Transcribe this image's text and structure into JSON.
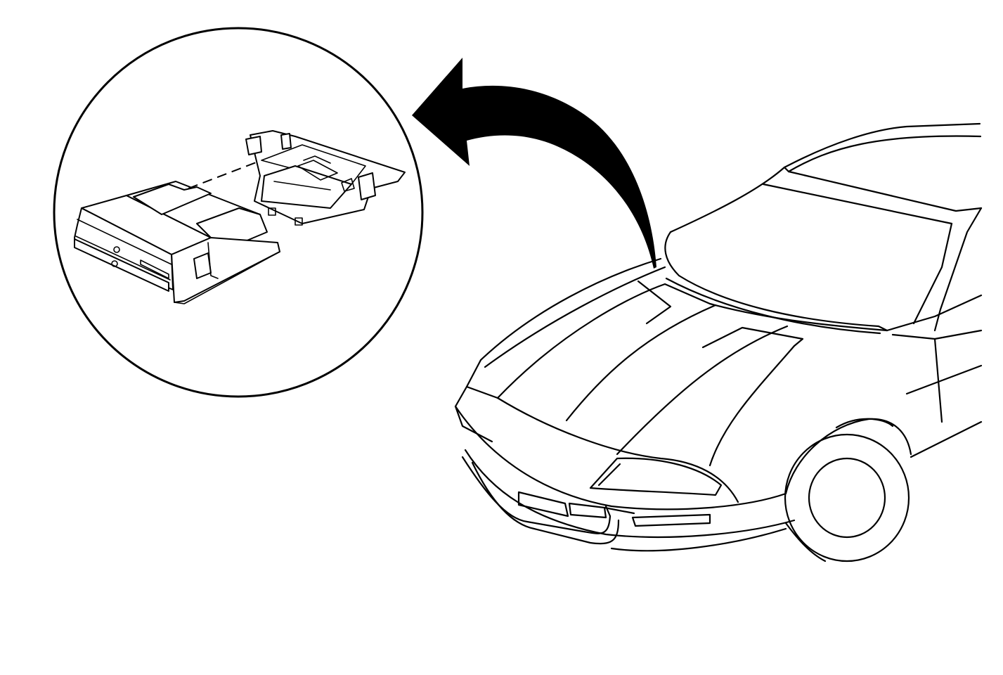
{
  "figure": {
    "background": "#ffffff",
    "line_color": "#000000",
    "parts": [
      "detail-circle",
      "control-module",
      "mounting-bracket",
      "pointer-arrow",
      "vehicle-front"
    ]
  }
}
